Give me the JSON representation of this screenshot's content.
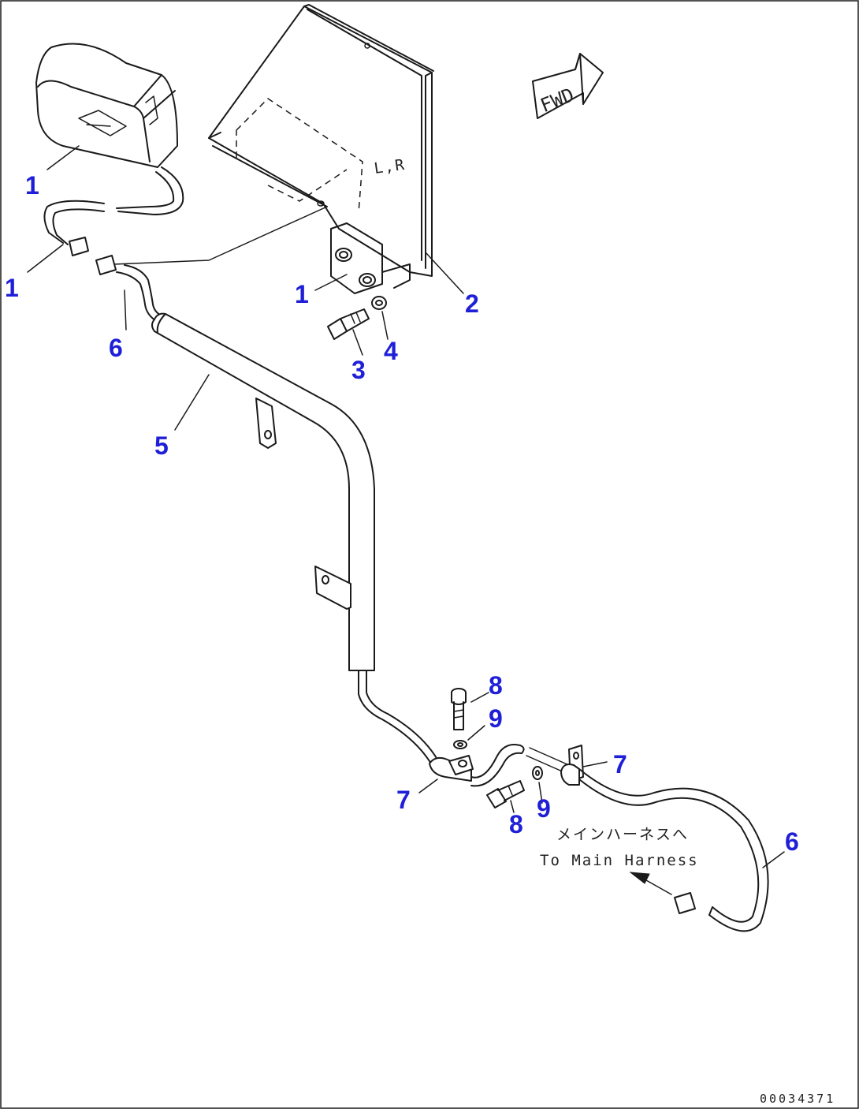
{
  "callouts": {
    "c1a": "1",
    "c1b": "1",
    "c1c": "1",
    "c2": "2",
    "c3": "3",
    "c4": "4",
    "c5": "5",
    "c6a": "6",
    "c6b": "6",
    "c7a": "7",
    "c7b": "7",
    "c8a": "8",
    "c8b": "8",
    "c9a": "9",
    "c9b": "9"
  },
  "direction_label": "FWD",
  "bracket_mark": "L,R",
  "note": {
    "japanese": "メインハーネスへ",
    "english": "To Main Harness"
  },
  "drawing_code": "00034371"
}
